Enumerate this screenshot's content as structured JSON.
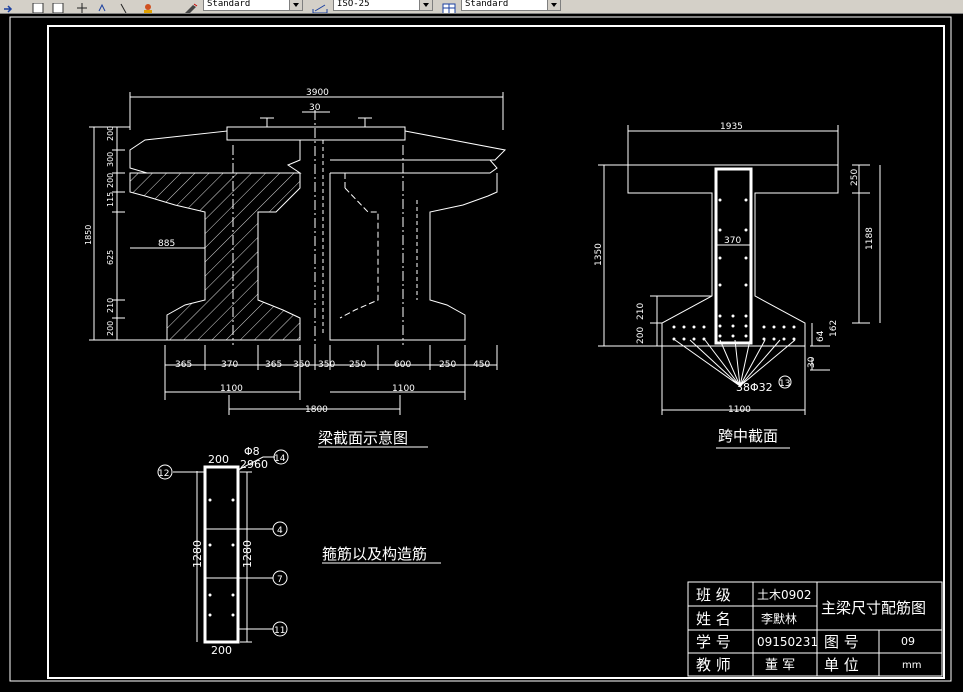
{
  "toolbar": {
    "text_style": "Standard",
    "dim_style": "ISO-25",
    "table_style": "Standard"
  },
  "drawing": {
    "left_view": {
      "caption": "梁截面示意图",
      "dims_top": [
        "3900",
        "30"
      ],
      "dims_left": [
        "200",
        "300",
        "200",
        "115",
        "625",
        "210",
        "200",
        "1850"
      ],
      "dim_885": "885",
      "dims_bottom": [
        "365",
        "370",
        "365",
        "350",
        "350",
        "250",
        "600",
        "250",
        "450"
      ],
      "dim_1100_left": "1100",
      "dim_1100_right": "1100",
      "dim_1800": "1800"
    },
    "mid_section": {
      "caption": "跨中截面",
      "dim_top": "1935",
      "dim_250": "250",
      "dim_1188": "1188",
      "dim_1350": "1350",
      "dim_370": "370",
      "dim_210": "210",
      "dim_200": "200",
      "dim_64": "64",
      "dim_162": "162",
      "dim_30": "30",
      "dim_1100": "1100",
      "rebar_label": "38Φ32",
      "rebar_num": "13"
    },
    "stirrup": {
      "caption": "箍筋以及构造筋",
      "dim_top": "200",
      "phi_label": "Φ8",
      "len_label": "2960",
      "dim_1280_a": "1280",
      "dim_1280_b": "1280",
      "dim_bottom": "200",
      "num_12": "12",
      "num_14": "14",
      "num_4": "4",
      "num_7": "7",
      "num_11": "11"
    },
    "title_block": {
      "class_label": "班 级",
      "class_value": "土木0902",
      "name_label": "姓 名",
      "name_value": "李默林",
      "id_label": "学 号",
      "id_value": "09150231",
      "teacher_label": "教 师",
      "teacher_value": "董 军",
      "title": "主梁尺寸配筋图",
      "drawing_no_label": "图 号",
      "drawing_no_value": "09",
      "unit_label": "单 位",
      "unit_value": "mm"
    }
  },
  "colors": {
    "background": "#000000",
    "line": "#ffffff",
    "toolbar": "#d4d0c8"
  }
}
